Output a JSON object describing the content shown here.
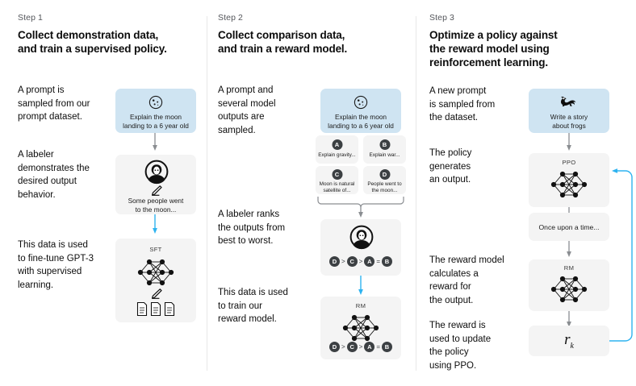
{
  "diagram": {
    "title": "RLHF three-step training diagram",
    "colors": {
      "prompt_box": "#cfe4f2",
      "card": "#f4f4f4",
      "arrow_gray": "#8a8d91",
      "arrow_blue": "#2eb3f0",
      "chip": "#3c4043",
      "divider": "#e8e8e8"
    }
  },
  "columns": [
    {
      "step_label": "Step 1",
      "title_line1": "Collect demonstration data,",
      "title_line2": "and train a supervised policy.",
      "paragraphs": [
        "A prompt is\nsampled from our\nprompt dataset.",
        "A labeler\ndemonstrates the\ndesired output\nbehavior.",
        "This data is used\nto fine-tune GPT-3\nwith supervised\nlearning."
      ],
      "cards": [
        {
          "name": "prompt-card",
          "kind": "prompt",
          "icon": "moon-icon",
          "caption": "Explain the moon\nlanding to a 6 year old"
        },
        {
          "name": "labeler-card",
          "kind": "plain",
          "icon": "labeler-person-icon",
          "caption": "Some people went\nto the moon..."
        },
        {
          "name": "sft-model-card",
          "kind": "plain",
          "title": "SFT",
          "icon": "neural-network-icon"
        }
      ]
    },
    {
      "step_label": "Step 2",
      "title_line1": "Collect comparison data,",
      "title_line2": "and train a reward model.",
      "paragraphs": [
        "A prompt and\nseveral model\noutputs are\nsampled.",
        "A labeler ranks\nthe outputs from\nbest to worst.",
        "This data is used\nto train our\nreward model."
      ],
      "cards": [
        {
          "name": "prompt-card",
          "kind": "prompt",
          "icon": "moon-icon",
          "caption": "Explain the moon\nlanding to a 6 year old"
        },
        {
          "name": "labeler-rank-card",
          "kind": "plain",
          "icon": "labeler-person-icon"
        },
        {
          "name": "rm-model-card",
          "kind": "plain",
          "title": "RM",
          "icon": "neural-network-icon"
        }
      ],
      "sample_outputs": [
        {
          "letter": "A",
          "text": "Explain gravity..."
        },
        {
          "letter": "B",
          "text": "Explain war..."
        },
        {
          "letter": "C",
          "text": "Moon is natural\nsatellite of..."
        },
        {
          "letter": "D",
          "text": "People went to\nthe moon..."
        }
      ],
      "ranking": [
        "D",
        ">",
        "C",
        ">",
        "A",
        "=",
        "B"
      ]
    },
    {
      "step_label": "Step 3",
      "title_line1": "Optimize a policy against",
      "title_line2": "the reward model using",
      "title_line3": "reinforcement learning.",
      "paragraphs": [
        "A new prompt\nis sampled from\nthe dataset.",
        "The policy\ngenerates\nan output.",
        "The reward model\ncalculates a\nreward for\nthe output.",
        "The reward is\nused to update\nthe policy\nusing PPO."
      ],
      "cards": [
        {
          "name": "prompt-card",
          "kind": "prompt",
          "icon": "frog-icon",
          "caption": "Write a story\nabout frogs"
        },
        {
          "name": "ppo-model-card",
          "kind": "plain",
          "title": "PPO",
          "icon": "neural-network-icon"
        },
        {
          "name": "output-card",
          "kind": "plain",
          "text": "Once upon a time..."
        },
        {
          "name": "rm-model-card",
          "kind": "plain",
          "title": "RM",
          "icon": "neural-network-icon"
        },
        {
          "name": "reward-card",
          "kind": "plain",
          "reward_symbol": "r",
          "reward_subscript": "k"
        }
      ]
    }
  ]
}
